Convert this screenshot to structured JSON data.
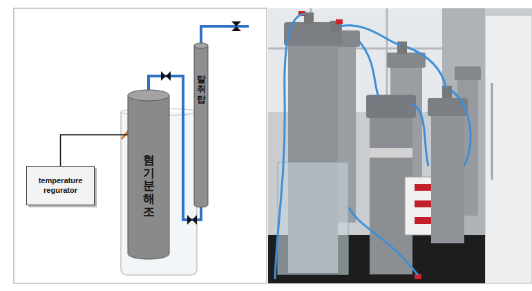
{
  "diagram": {
    "nodes": [
      {
        "text": [
          "temperature regurator"
        ]
      },
      {
        "text": [
          "혐기분해조"
        ]
      },
      {
        "text": [
          "탈취탑"
        ]
      }
    ],
    "edges": [
      {
        "from": 0,
        "to": 1,
        "arrow": "none"
      },
      {
        "from": 1,
        "to": 2,
        "arrow": "none"
      }
    ]
  }
}
